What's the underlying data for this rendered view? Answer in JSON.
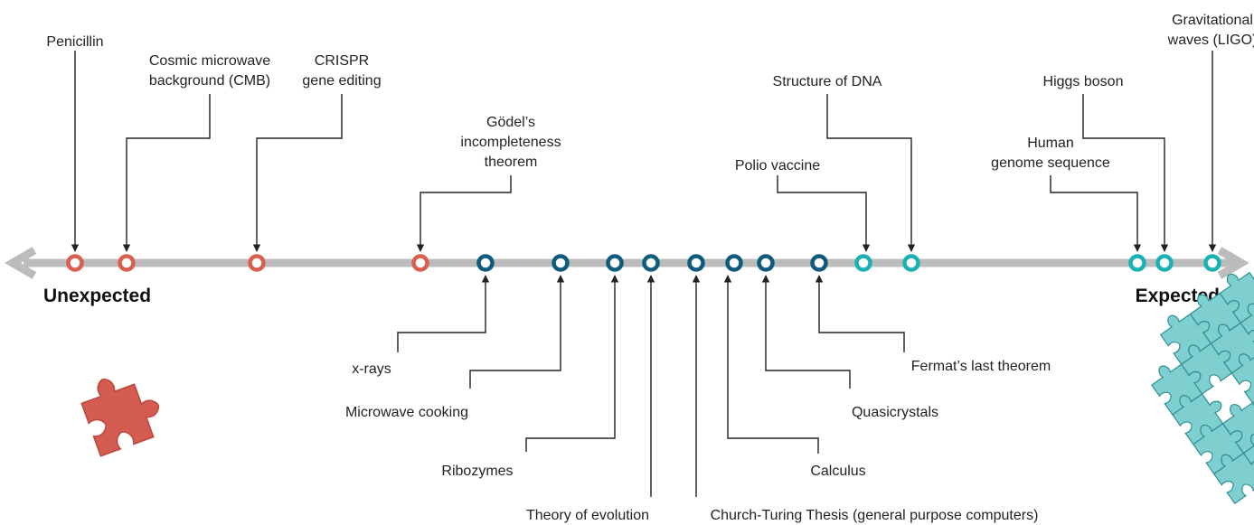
{
  "axis": {
    "left_label": "Unexpected",
    "right_label": "Expected"
  },
  "colors": {
    "axis_line": "#bcbcbc",
    "unexpected": "#d9604f",
    "middle": "#0f5b7d",
    "expected": "#1ab1b4",
    "puzzle_teal": "#7fcfd0",
    "puzzle_red": "#d35b4f"
  },
  "discoveries": [
    {
      "id": "penicillin",
      "lines": [
        "Penicillin"
      ],
      "group": "unexpected"
    },
    {
      "id": "cmb",
      "lines": [
        "Cosmic microwave",
        "background (CMB)"
      ],
      "group": "unexpected"
    },
    {
      "id": "crispr",
      "lines": [
        "CRISPR",
        "gene editing"
      ],
      "group": "unexpected"
    },
    {
      "id": "godel",
      "lines": [
        "Gödel’s",
        "incompleteness",
        "theorem"
      ],
      "group": "unexpected"
    },
    {
      "id": "xrays",
      "lines": [
        "x-rays"
      ],
      "group": "middle"
    },
    {
      "id": "microwave",
      "lines": [
        "Microwave cooking"
      ],
      "group": "middle"
    },
    {
      "id": "ribozymes",
      "lines": [
        "Ribozymes"
      ],
      "group": "middle"
    },
    {
      "id": "evolution",
      "lines": [
        "Theory of evolution"
      ],
      "group": "middle"
    },
    {
      "id": "church",
      "lines": [
        "Church-Turing Thesis (general purpose computers)"
      ],
      "group": "middle"
    },
    {
      "id": "calculus",
      "lines": [
        "Calculus"
      ],
      "group": "middle"
    },
    {
      "id": "quasi",
      "lines": [
        "Quasicrystals"
      ],
      "group": "middle"
    },
    {
      "id": "fermat",
      "lines": [
        "Fermat’s last theorem"
      ],
      "group": "middle"
    },
    {
      "id": "polio",
      "lines": [
        "Polio vaccine"
      ],
      "group": "expected"
    },
    {
      "id": "dna",
      "lines": [
        "Structure of DNA"
      ],
      "group": "expected"
    },
    {
      "id": "genome",
      "lines": [
        "Human",
        "genome sequence"
      ],
      "group": "expected"
    },
    {
      "id": "higgs",
      "lines": [
        "Higgs boson"
      ],
      "group": "expected"
    },
    {
      "id": "ligo",
      "lines": [
        "Gravitational",
        "waves (LIGO)"
      ],
      "group": "expected"
    }
  ]
}
